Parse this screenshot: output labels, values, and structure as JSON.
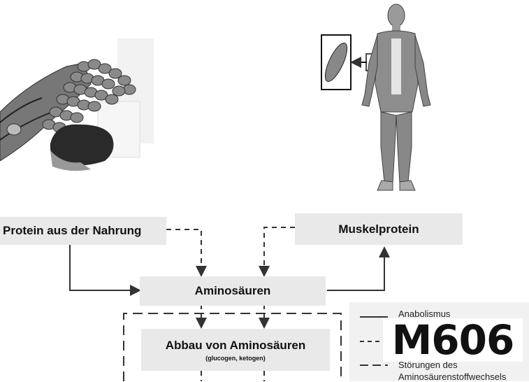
{
  "nodes": {
    "protein_food": "Protein aus der Nahrung",
    "muscle_protein": "Muskelprotein",
    "amino_acids": "Aminosäuren",
    "degradation": "Abbau von Aminosäuren",
    "degradation_sub": "(glucogen, ketogen)"
  },
  "legend": {
    "anabolism": "Anabolismus",
    "disorders_line1": "Störungen des",
    "disorders_line2": "Aminosäurenstoffwechsels"
  },
  "badge": "M606",
  "colors": {
    "box_fill": "#e9e9e9",
    "line": "#333333",
    "badge_bg": "#ffffff"
  }
}
